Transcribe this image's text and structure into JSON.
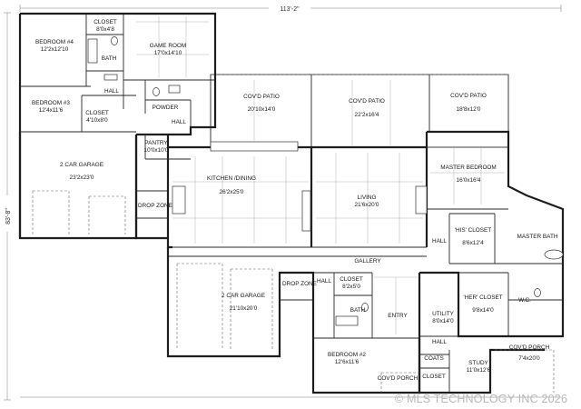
{
  "dimensions": {
    "overall_width": "113'-2\"",
    "overall_depth": "83'-8\""
  },
  "rooms": {
    "bedroom4": {
      "name": "BEDROOM #4",
      "size": "12'2x12'10"
    },
    "closet_top": {
      "name": "CLOSET",
      "size": "8'0x4'8"
    },
    "bath_top": {
      "name": "BATH"
    },
    "game_room": {
      "name": "GAME ROOM",
      "size": "17'0x14'10"
    },
    "hall_upper": {
      "name": "HALL"
    },
    "bedroom3": {
      "name": "BEDROOM #3",
      "size": "12'4x11'6"
    },
    "closet_b3": {
      "name": "CLOSET",
      "size": "4'10x8'0"
    },
    "powder": {
      "name": "POWDER"
    },
    "hall_pantry": {
      "name": "HALL"
    },
    "garage_left": {
      "name": "2 CAR GARAGE",
      "size": "23'2x23'0"
    },
    "pantry": {
      "name": "PANTRY",
      "size": "10'0x10'0"
    },
    "drop_zone_left": {
      "name": "DROP ZONE"
    },
    "kitchen": {
      "name": "KITCHEN /DINING",
      "size": "26'2x25'0"
    },
    "patio_left": {
      "name": "COV'D PATIO",
      "size": "20'10x14'0"
    },
    "patio_mid": {
      "name": "COV'D PATIO",
      "size": "22'2x16'4"
    },
    "patio_right": {
      "name": "COV'D PATIO",
      "size": "18'8x12'0"
    },
    "living": {
      "name": "LIVING",
      "size": "21'6x20'0"
    },
    "master_bedroom": {
      "name": "MASTER BEDROOM",
      "size": "16'0x16'4"
    },
    "his_closet": {
      "name": "'HIS' CLOSET",
      "size": "8'6x12'4"
    },
    "master_bath": {
      "name": "MASTER BATH"
    },
    "hall_master": {
      "name": "HALL"
    },
    "gallery": {
      "name": "GALLERY"
    },
    "garage_front": {
      "name": "2 CAR GARAGE",
      "size": "21'10x20'0"
    },
    "drop_zone_front": {
      "name": "DROP ZONE"
    },
    "hall_front": {
      "name": "HALL"
    },
    "closet_b2": {
      "name": "CLOSET",
      "size": "8'2x5'0"
    },
    "bath_b2": {
      "name": "BATH"
    },
    "entry": {
      "name": "ENTRY"
    },
    "utility": {
      "name": "UTILITY",
      "size": "8'0x14'0"
    },
    "her_closet": {
      "name": "'HER' CLOSET",
      "size": "9'8x14'0"
    },
    "wc": {
      "name": "W.C."
    },
    "bedroom2": {
      "name": "BEDROOM #2",
      "size": "12'6x11'6"
    },
    "porch_front": {
      "name": "COV'D PORCH"
    },
    "hall_study": {
      "name": "HALL"
    },
    "coats": {
      "name": "COATS"
    },
    "closet_study": {
      "name": "CLOSET"
    },
    "study": {
      "name": "STUDY",
      "size": "11'0x12'6"
    },
    "porch_right": {
      "name": "COV'D PORCH",
      "size": "7'4x20'0"
    }
  },
  "watermark": "© MLS TECHNOLOGY INC 2026"
}
